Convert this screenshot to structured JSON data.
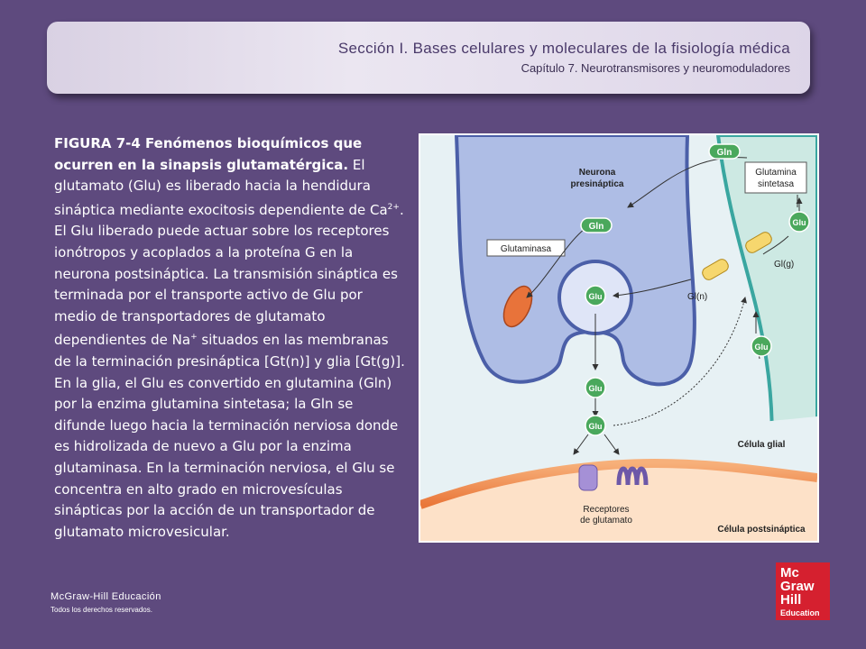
{
  "header": {
    "section_title": "Sección I.  Bases celulares y moleculares de la fisiología médica",
    "chapter": "Capítulo 7.  Neurotransmisores y neuromoduladores"
  },
  "caption": {
    "figure_label": "FIGURA 7-4 Fenómenos bioquímicos que ocurren en la sinapsis glutamatérgica.",
    "t1": " El glutamato (Glu) es liberado hacia la hendidura sináptica mediante exocitosis dependiente de Ca",
    "sup1": "2+",
    "t2": ". El Glu liberado puede actuar sobre los receptores ionótropos y acoplados a la proteína G en la neurona postsináptica. La transmisión sináptica es terminada por el transporte activo de Glu por medio de transportadores de glutamato dependientes de Na",
    "sup2": "+",
    "t3": " situados en las membranas de la terminación presináptica [Gt(n)] y glia [Gt(g)]. En la glia, el Glu es convertido en glutamina (Gln) por la enzima glutamina sintetasa; la Gln se difunde luego hacia la terminación nerviosa donde es hidrolizada de nuevo a Glu por la enzima glutaminasa. En la terminación nerviosa, el Glu se concentra en alto grado en microvesículas sinápticas por la acción de un transportador de glutamato microvesicular."
  },
  "figure": {
    "neurona_pre": [
      "Neurona",
      "presináptica"
    ],
    "glutamina_sintetasa": [
      "Glutamina",
      "sintetasa"
    ],
    "glutaminasa": "Glutaminasa",
    "gln": "Gln",
    "glu": "Glu",
    "gl_g": "Gl(g)",
    "gl_n": "Gl(n)",
    "celula_glial": "Célula glial",
    "receptores": [
      "Receptores",
      "de glutamato"
    ],
    "celula_post": "Célula postsináptica"
  },
  "footer": {
    "brand": "McGraw-Hill Educación",
    "rights": "Todos los derechos reservados."
  },
  "logo": {
    "lines": [
      "Mc",
      "Graw",
      "Hill"
    ],
    "sub": "Education"
  },
  "colors": {
    "background": "#5e4a7e",
    "logo_red": "#d5202f",
    "neuron_fill": "#a9b8e3",
    "glia_fill": "#c6e6e1",
    "glu_green": "#47a85a"
  }
}
